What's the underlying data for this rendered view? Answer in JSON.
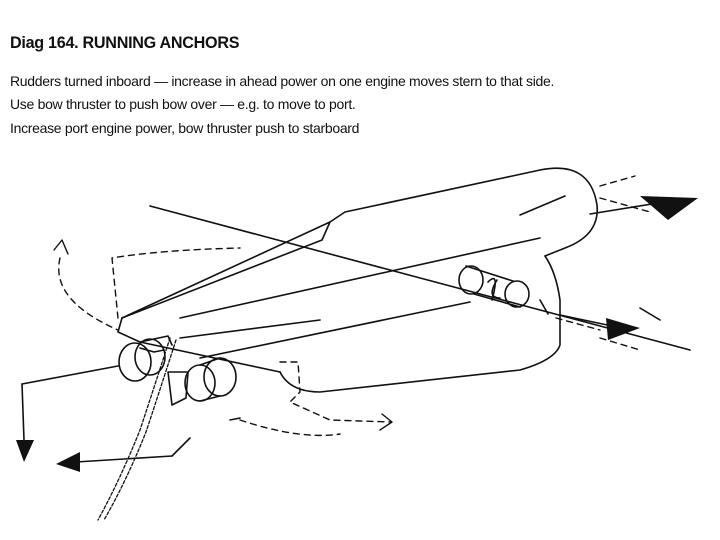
{
  "title": "Diag 164. RUNNING ANCHORS",
  "caption": {
    "line1": "Rudders turned inboard — increase in ahead power on one engine moves stern to that side.",
    "line2": "Use bow thruster to push bow over — e.g. to move to port.",
    "line3": "Increase port engine power, bow thruster push to starboard"
  }
}
